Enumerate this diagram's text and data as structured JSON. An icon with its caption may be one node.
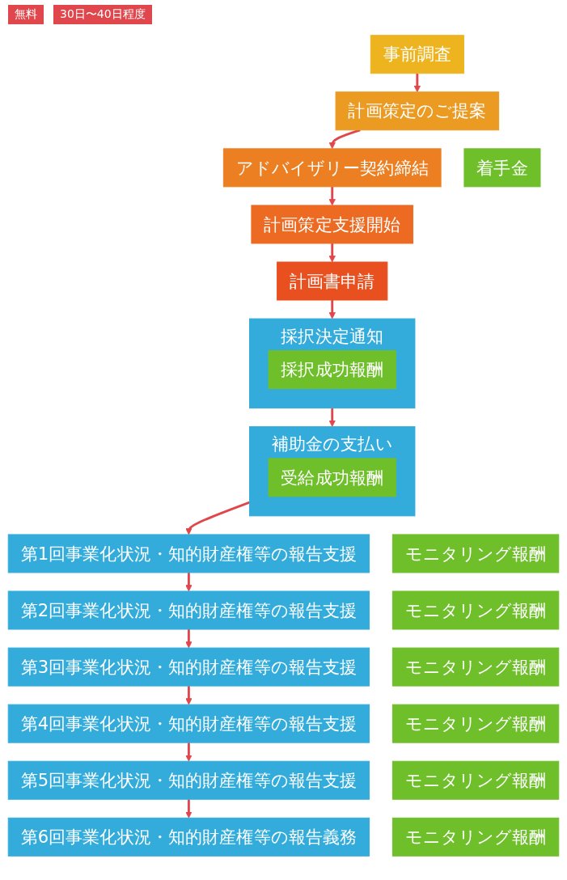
{
  "diagram": {
    "nodes": [
      {
        "text": [
          "事前調査"
        ]
      },
      {
        "text": [
          "計画策定のご提案"
        ]
      },
      {
        "text": [
          "アドバイザリー契約締結"
        ]
      },
      {
        "text": [
          "計画策定支援開始"
        ]
      },
      {
        "text": [
          "計画書申請"
        ]
      },
      {
        "text": [
          "着手金"
        ]
      },
      {
        "text": [
          "採択決定通知"
        ]
      },
      {
        "text": [
          "採択成功報酬"
        ],
        "in": 6
      },
      {
        "text": [
          "補助金の支払い"
        ]
      },
      {
        "text": [
          "受給成功報酬"
        ],
        "in": 8
      },
      {
        "text": [
          "モニタリング報酬"
        ]
      },
      {
        "text": [
          "第1回事業化状況・知的財産権等の報告支援"
        ]
      },
      {
        "text": [
          "モニタリング報酬"
        ]
      },
      {
        "text": [
          "第2回事業化状況・知的財産権等の報告支援"
        ]
      },
      {
        "text": [
          "モニタリング報酬"
        ]
      },
      {
        "text": [
          "第3回事業化状況・知的財産権等の報告支援"
        ]
      },
      {
        "text": [
          "モニタリング報酬"
        ]
      },
      {
        "text": [
          "第4回事業化状況・知的財産権等の報告支援"
        ]
      },
      {
        "text": [
          "モニタリング報酬"
        ]
      },
      {
        "text": [
          "第5回事業化状況・知的財産権等の報告支援"
        ]
      },
      {
        "text": [
          "モニタリング報酬"
        ]
      },
      {
        "text": [
          "第6回事業化状況・知的財産権等の報告義務"
        ]
      }
    ],
    "edges": [
      {
        "from": 0,
        "to": 1,
        "arrow": "to"
      },
      {
        "from": 1,
        "to": 2,
        "arrow": "to"
      },
      {
        "from": 2,
        "to": 3,
        "arrow": "to"
      },
      {
        "from": 3,
        "to": 4,
        "arrow": "to"
      },
      {
        "from": 4,
        "to": 6,
        "arrow": "to"
      },
      {
        "from": 6,
        "to": 8,
        "arrow": "to"
      },
      {
        "from": 8,
        "to": 11,
        "arrow": "to"
      },
      {
        "from": 11,
        "to": 13,
        "arrow": "to"
      },
      {
        "from": 13,
        "to": 15,
        "arrow": "to"
      },
      {
        "from": 15,
        "to": 17,
        "arrow": "to"
      },
      {
        "from": 17,
        "to": 19,
        "arrow": "to"
      },
      {
        "from": 19,
        "to": 21,
        "arrow": "to"
      }
    ],
    "labels": [
      "無料",
      "30日〜40日程度"
    ]
  }
}
